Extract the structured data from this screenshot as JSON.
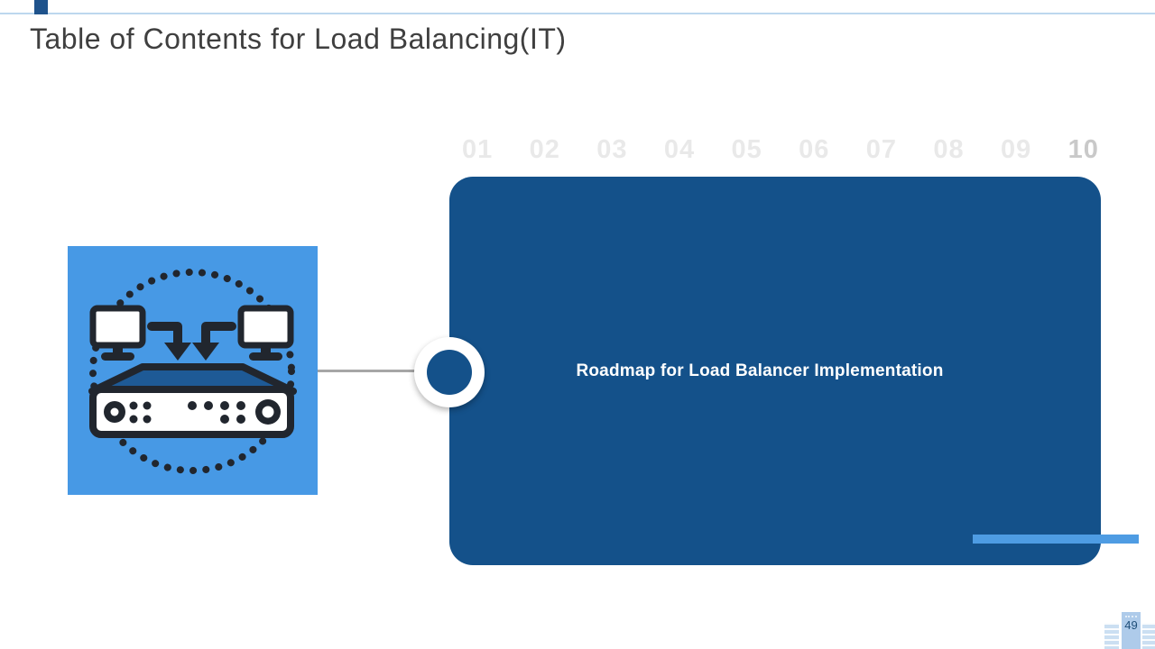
{
  "slide": {
    "title": "Table of Contents for Load Balancing(IT)",
    "page_number": "49"
  },
  "toc": {
    "step_numbers": [
      "01",
      "02",
      "03",
      "04",
      "05",
      "06",
      "07",
      "08",
      "09",
      "10"
    ],
    "active_step": "10",
    "item_label": "Roadmap for Load Balancer Implementation"
  },
  "icon": {
    "name": "load-balancer-icon",
    "description": "two monitors linked by dotted circle with arrows into a load balancer appliance"
  },
  "colors": {
    "card_dark_blue": "#14518A",
    "icon_tile_blue": "#4799E5",
    "underline_blue": "#4E9CE3",
    "top_line_blue": "#BDD7EE",
    "top_square_blue": "#1F538C",
    "step_number_inactive": "#E9E9E9",
    "step_number_active": "#C9C9C9",
    "connector_gray": "#A6A6A6",
    "title_text": "#3F3F3F",
    "icon_outline": "#21262E",
    "icon_trapezoid_fill": "#1E5A96",
    "footer_building_light": "#CBDFF2",
    "footer_building_mid": "#AECBEA",
    "page_number_text": "#1E4E79"
  }
}
